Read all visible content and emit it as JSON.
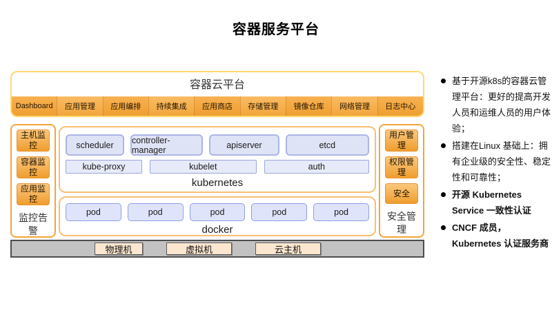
{
  "title": "容器服务平台",
  "platform": {
    "header": "容器云平台",
    "menu": [
      "Dashboard",
      "应用管理",
      "应用编排",
      "持续集成",
      "应用商店",
      "存储管理",
      "镜像仓库",
      "网络管理",
      "日志中心"
    ]
  },
  "left_panel": {
    "items": [
      "主机监控",
      "容器监控",
      "应用监控"
    ],
    "label": "监控告警"
  },
  "right_panel": {
    "items": [
      "用户管理",
      "权限管理",
      "安全"
    ],
    "label": "安全管理"
  },
  "kubernetes": {
    "label": "kubernetes",
    "row1": [
      "scheduler",
      "controller-manager",
      "apiserver",
      "etcd"
    ],
    "row2": [
      "kube-proxy",
      "kubelet",
      "auth"
    ]
  },
  "docker": {
    "label": "docker",
    "pods": [
      "pod",
      "pod",
      "pod",
      "pod",
      "pod"
    ]
  },
  "infrastructure": {
    "items": [
      "物理机",
      "虚拟机",
      "云主机"
    ]
  },
  "bullets": [
    {
      "text": "基于开源k8s的容器云管理平台：更好的提高开发人员和运维人员的用户体验；",
      "bold": false
    },
    {
      "text": "搭建在Linux 基础上：拥有企业级的安全性、稳定性和可靠性；",
      "bold": false
    },
    {
      "text": "开源 Kubernetes Service 一致性认证",
      "bold": true
    },
    {
      "text": "CNCF 成员，Kubernetes 认证服务商",
      "bold": true
    }
  ],
  "colors": {
    "accent_orange": "#F2A53C",
    "yellow_border": "#FFD96B",
    "mid_border_orange": "#F8BE74",
    "lavender_fill": "#DFE3F6",
    "lavender_border": "#ABB5E5",
    "pod_border": "#8E9FE8",
    "infra_bar_gray": "#C2C2C2",
    "infra_box_cream": "#FBE6CF"
  }
}
